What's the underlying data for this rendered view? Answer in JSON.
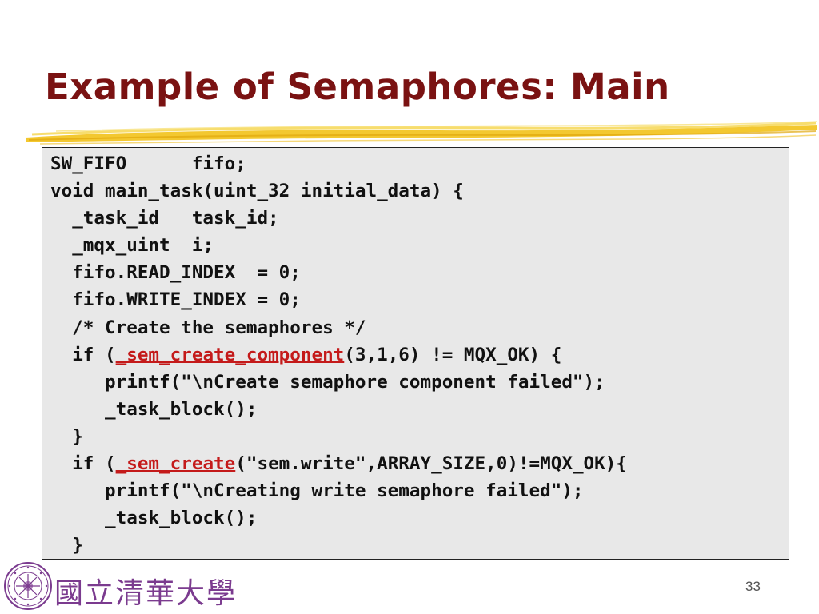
{
  "slide": {
    "title": "Example of Semaphores: Main",
    "page_number": "33",
    "footer_name": "國立清華大學"
  },
  "code": {
    "lines": [
      [
        {
          "t": "SW_FIFO      fifo;"
        }
      ],
      [
        {
          "t": "void main_task(uint_32 initial_data) {"
        }
      ],
      [
        {
          "t": "  _task_id   task_id;"
        }
      ],
      [
        {
          "t": "  _mqx_uint  i;"
        }
      ],
      [
        {
          "t": "  fifo.READ_INDEX  = 0;"
        }
      ],
      [
        {
          "t": "  fifo.WRITE_INDEX = 0;"
        }
      ],
      [
        {
          "t": "  /* Create the semaphores */"
        }
      ],
      [
        {
          "t": "  if ("
        },
        {
          "t": "_sem_create_component",
          "hl": true
        },
        {
          "t": "(3,1,6) != MQX_OK) {"
        }
      ],
      [
        {
          "t": "     printf(\"\\nCreate semaphore component failed\");"
        }
      ],
      [
        {
          "t": "     _task_block();"
        }
      ],
      [
        {
          "t": "  }"
        }
      ],
      [
        {
          "t": "  if ("
        },
        {
          "t": "_sem_create",
          "hl": true
        },
        {
          "t": "(\"sem.write\",ARRAY_SIZE,0)!=MQX_OK){"
        }
      ],
      [
        {
          "t": "     printf(\"\\nCreating write semaphore failed\");"
        }
      ],
      [
        {
          "t": "     _task_block();"
        }
      ],
      [
        {
          "t": "  }"
        }
      ]
    ]
  },
  "colors": {
    "title": "#7a1212",
    "highlight": "#c41a1a",
    "underline_stroke": "#f2c21a",
    "code_background": "#e8e8e8",
    "footer_text": "#7b3b8f"
  },
  "icons": {
    "footer_logo": "university-seal-icon"
  }
}
